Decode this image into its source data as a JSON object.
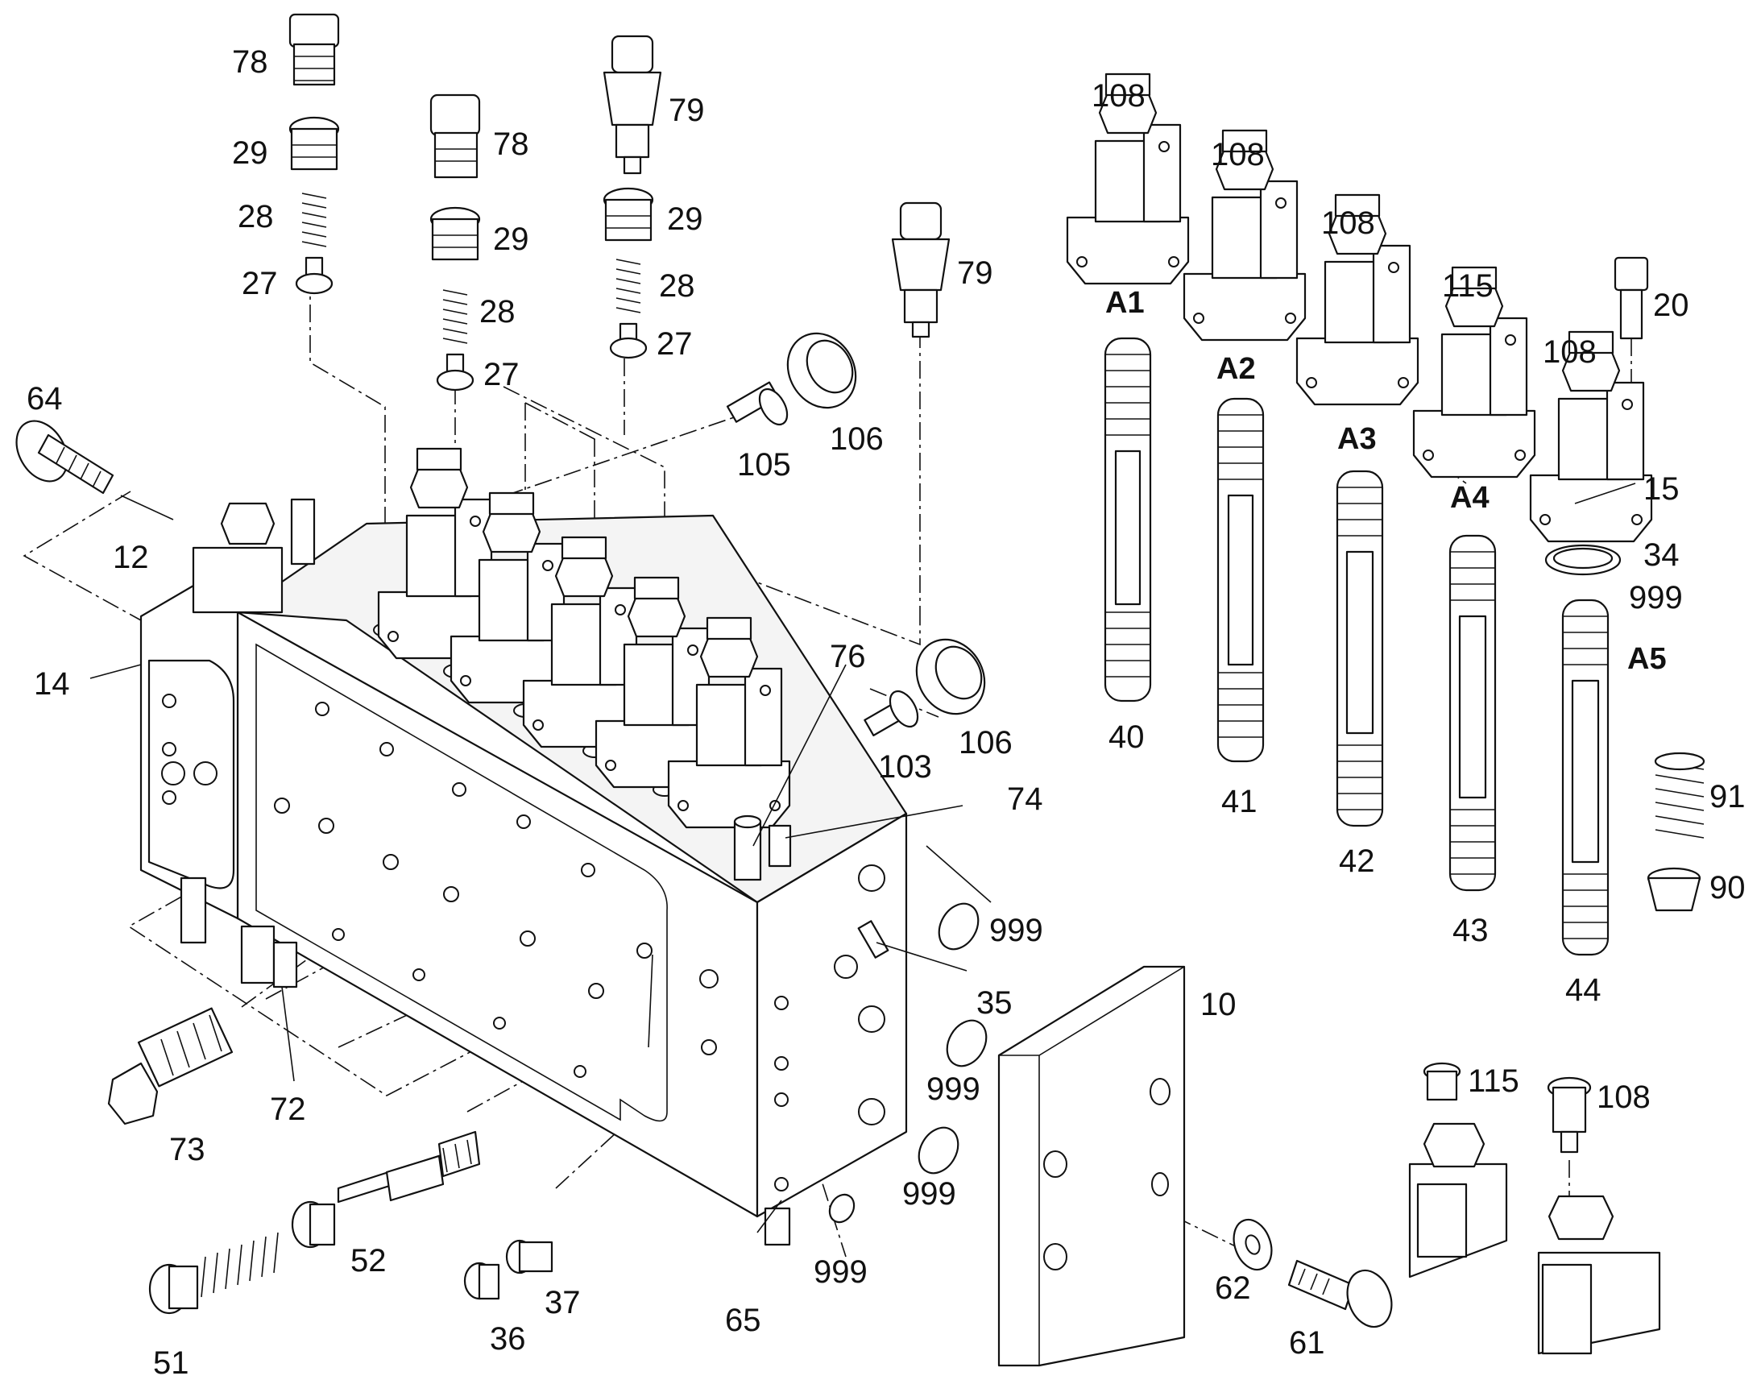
{
  "callouts": [
    {
      "name": "callout-78-a",
      "text": "78"
    },
    {
      "name": "callout-29-a",
      "text": "29"
    },
    {
      "name": "callout-28-a",
      "text": "28"
    },
    {
      "name": "callout-27-a",
      "text": "27"
    },
    {
      "name": "callout-78-b",
      "text": "78"
    },
    {
      "name": "callout-29-b",
      "text": "29"
    },
    {
      "name": "callout-28-b",
      "text": "28"
    },
    {
      "name": "callout-27-b",
      "text": "27"
    },
    {
      "name": "callout-79-a",
      "text": "79"
    },
    {
      "name": "callout-29-c",
      "text": "29"
    },
    {
      "name": "callout-28-c",
      "text": "28"
    },
    {
      "name": "callout-27-c",
      "text": "27"
    },
    {
      "name": "callout-79-b",
      "text": "79"
    },
    {
      "name": "callout-106-a",
      "text": "106"
    },
    {
      "name": "callout-105",
      "text": "105"
    },
    {
      "name": "callout-64",
      "text": "64"
    },
    {
      "name": "callout-12",
      "text": "12"
    },
    {
      "name": "callout-14",
      "text": "14"
    },
    {
      "name": "callout-76",
      "text": "76"
    },
    {
      "name": "callout-106-b",
      "text": "106"
    },
    {
      "name": "callout-103",
      "text": "103"
    },
    {
      "name": "callout-74",
      "text": "74"
    },
    {
      "name": "callout-999-a",
      "text": "999"
    },
    {
      "name": "callout-35",
      "text": "35"
    },
    {
      "name": "callout-999-b",
      "text": "999"
    },
    {
      "name": "callout-999-c",
      "text": "999"
    },
    {
      "name": "callout-999-d",
      "text": "999"
    },
    {
      "name": "callout-73",
      "text": "73"
    },
    {
      "name": "callout-72",
      "text": "72"
    },
    {
      "name": "callout-52",
      "text": "52"
    },
    {
      "name": "callout-51",
      "text": "51"
    },
    {
      "name": "callout-37",
      "text": "37"
    },
    {
      "name": "callout-36",
      "text": "36"
    },
    {
      "name": "callout-65",
      "text": "65"
    },
    {
      "name": "callout-10",
      "text": "10"
    },
    {
      "name": "callout-62",
      "text": "62"
    },
    {
      "name": "callout-61",
      "text": "61"
    },
    {
      "name": "callout-108-a",
      "text": "108"
    },
    {
      "name": "callout-108-b",
      "text": "108"
    },
    {
      "name": "callout-108-c",
      "text": "108"
    },
    {
      "name": "callout-115-a",
      "text": "115"
    },
    {
      "name": "callout-20",
      "text": "20"
    },
    {
      "name": "callout-108-d",
      "text": "108"
    },
    {
      "name": "callout-15",
      "text": "15"
    },
    {
      "name": "callout-34",
      "text": "34"
    },
    {
      "name": "callout-999-e",
      "text": "999"
    },
    {
      "name": "callout-40",
      "text": "40"
    },
    {
      "name": "callout-41",
      "text": "41"
    },
    {
      "name": "callout-42",
      "text": "42"
    },
    {
      "name": "callout-43",
      "text": "43"
    },
    {
      "name": "callout-44",
      "text": "44"
    },
    {
      "name": "callout-91",
      "text": "91"
    },
    {
      "name": "callout-90",
      "text": "90"
    },
    {
      "name": "callout-115-b",
      "text": "115"
    },
    {
      "name": "callout-108-e",
      "text": "108"
    }
  ],
  "groups": [
    {
      "name": "group-label-a1",
      "text": "A1"
    },
    {
      "name": "group-label-a2",
      "text": "A2"
    },
    {
      "name": "group-label-a3",
      "text": "A3"
    },
    {
      "name": "group-label-a4",
      "text": "A4"
    },
    {
      "name": "group-label-a5",
      "text": "A5"
    }
  ]
}
